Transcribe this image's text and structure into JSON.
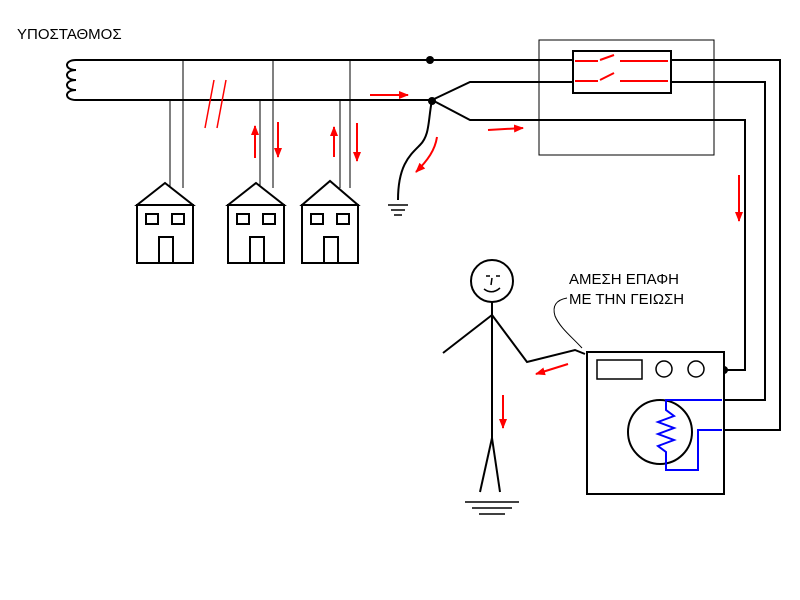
{
  "labels": {
    "substation": "ΥΠΟΣΤΑΘΜΟΣ",
    "contact_line1": "ΑΜΕΣΗ ΕΠΑΦΗ",
    "contact_line2": "ΜΕ ΤΗΝ ΓΕΙΩΣΗ"
  },
  "colors": {
    "wire": "#000000",
    "current_arrow": "#ff0000",
    "heater_element": "#0000ff",
    "background": "#ffffff"
  },
  "houses_count": 3
}
